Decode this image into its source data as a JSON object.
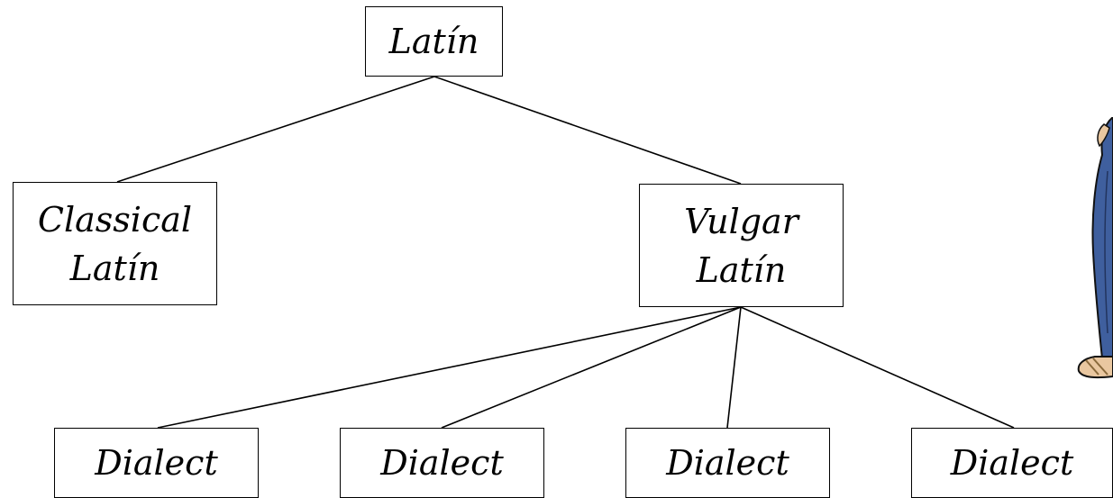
{
  "diagram": {
    "type": "tree",
    "nodes": {
      "latin": {
        "line1": "Latín"
      },
      "classical": {
        "line1": "Classical",
        "line2": "Latín"
      },
      "vulgar": {
        "line1": "Vulgar",
        "line2": "Latín"
      },
      "dialect1": {
        "line1": "Dialect"
      },
      "dialect2": {
        "line1": "Dialect"
      },
      "dialect3": {
        "line1": "Dialect"
      },
      "dialect4": {
        "line1": "Dialect"
      }
    },
    "edges": [
      [
        "latin",
        "classical"
      ],
      [
        "latin",
        "vulgar"
      ],
      [
        "vulgar",
        "dialect1"
      ],
      [
        "vulgar",
        "dialect2"
      ],
      [
        "vulgar",
        "dialect3"
      ],
      [
        "vulgar",
        "dialect4"
      ]
    ]
  },
  "figure": {
    "icon": "cartoon-person-partial",
    "colors": {
      "robe": "#3f5f9e",
      "skin": "#e9c7a0",
      "sandal": "#b38a5a"
    }
  }
}
